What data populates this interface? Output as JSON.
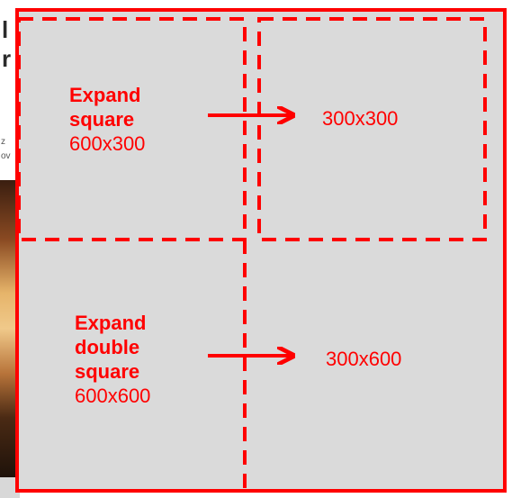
{
  "background": {
    "title_fragment_1": "l",
    "title_fragment_2": "r",
    "small_line_1": "z",
    "small_line_2": "ov"
  },
  "top_section": {
    "title_line_1": "Expand",
    "title_line_2": "square",
    "source_size": "600x300",
    "target_size": "300x300"
  },
  "bottom_section": {
    "title_line_1": "Expand",
    "title_line_2": "double",
    "title_line_3": "square",
    "source_size": "600x600",
    "target_size": "300x600"
  },
  "colors": {
    "accent": "#ff0000",
    "panel_background": "#dadada"
  }
}
